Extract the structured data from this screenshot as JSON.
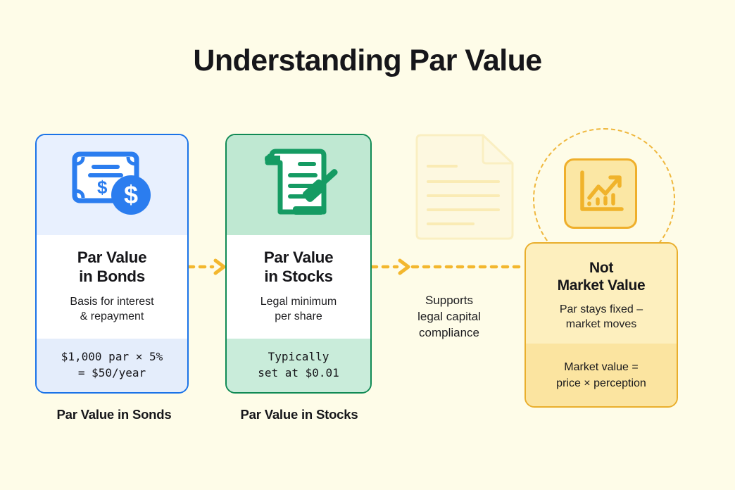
{
  "theme": {
    "background": "#FEFCE8",
    "blue": "#1A73E8",
    "blue_panel": "#E8F0FE",
    "blue_footer": "#E4EDFB",
    "green": "#108A54",
    "green_panel": "#BFE8D2",
    "green_footer": "#C9ECDA",
    "amber": "#E9AE2C",
    "amber_panel": "#FDEFBE",
    "amber_footer": "#FBE4A0",
    "text": "#16161a"
  },
  "header": {
    "title": "Understanding Par Value"
  },
  "cards": [
    {
      "id": "bonds",
      "icon": "bond-certificate-icon",
      "heading": "Par Value\nin Bonds",
      "subtitle": "Basis for interest\n& repayment",
      "footer": "$1,000 par × 5%\n= $50/year",
      "bottom_label": "Par Value in Sonds"
    },
    {
      "id": "stocks",
      "icon": "legal-document-gavel-icon",
      "heading": "Par Value\nin Stocks",
      "subtitle": "Legal minimum\nper share",
      "footer": "Typically\nset at $0.01",
      "bottom_label": "Par Value in Stocks"
    },
    {
      "id": "market",
      "icon": "growth-chart-icon",
      "heading": "Not\nMarket Value",
      "subtitle": "Par stays fixed –\nmarket moves",
      "footer": "Market value =\nprice × perception",
      "bottom_label": ""
    }
  ],
  "connectors": [
    {
      "id": "bonds-to-stocks",
      "label": ""
    },
    {
      "id": "stocks-to-market",
      "label": "Supports\nlegal capital\ncompliance"
    }
  ],
  "decorations": {
    "watermark": "document-watermark-icon",
    "halo": "dashed-circle-highlight"
  }
}
